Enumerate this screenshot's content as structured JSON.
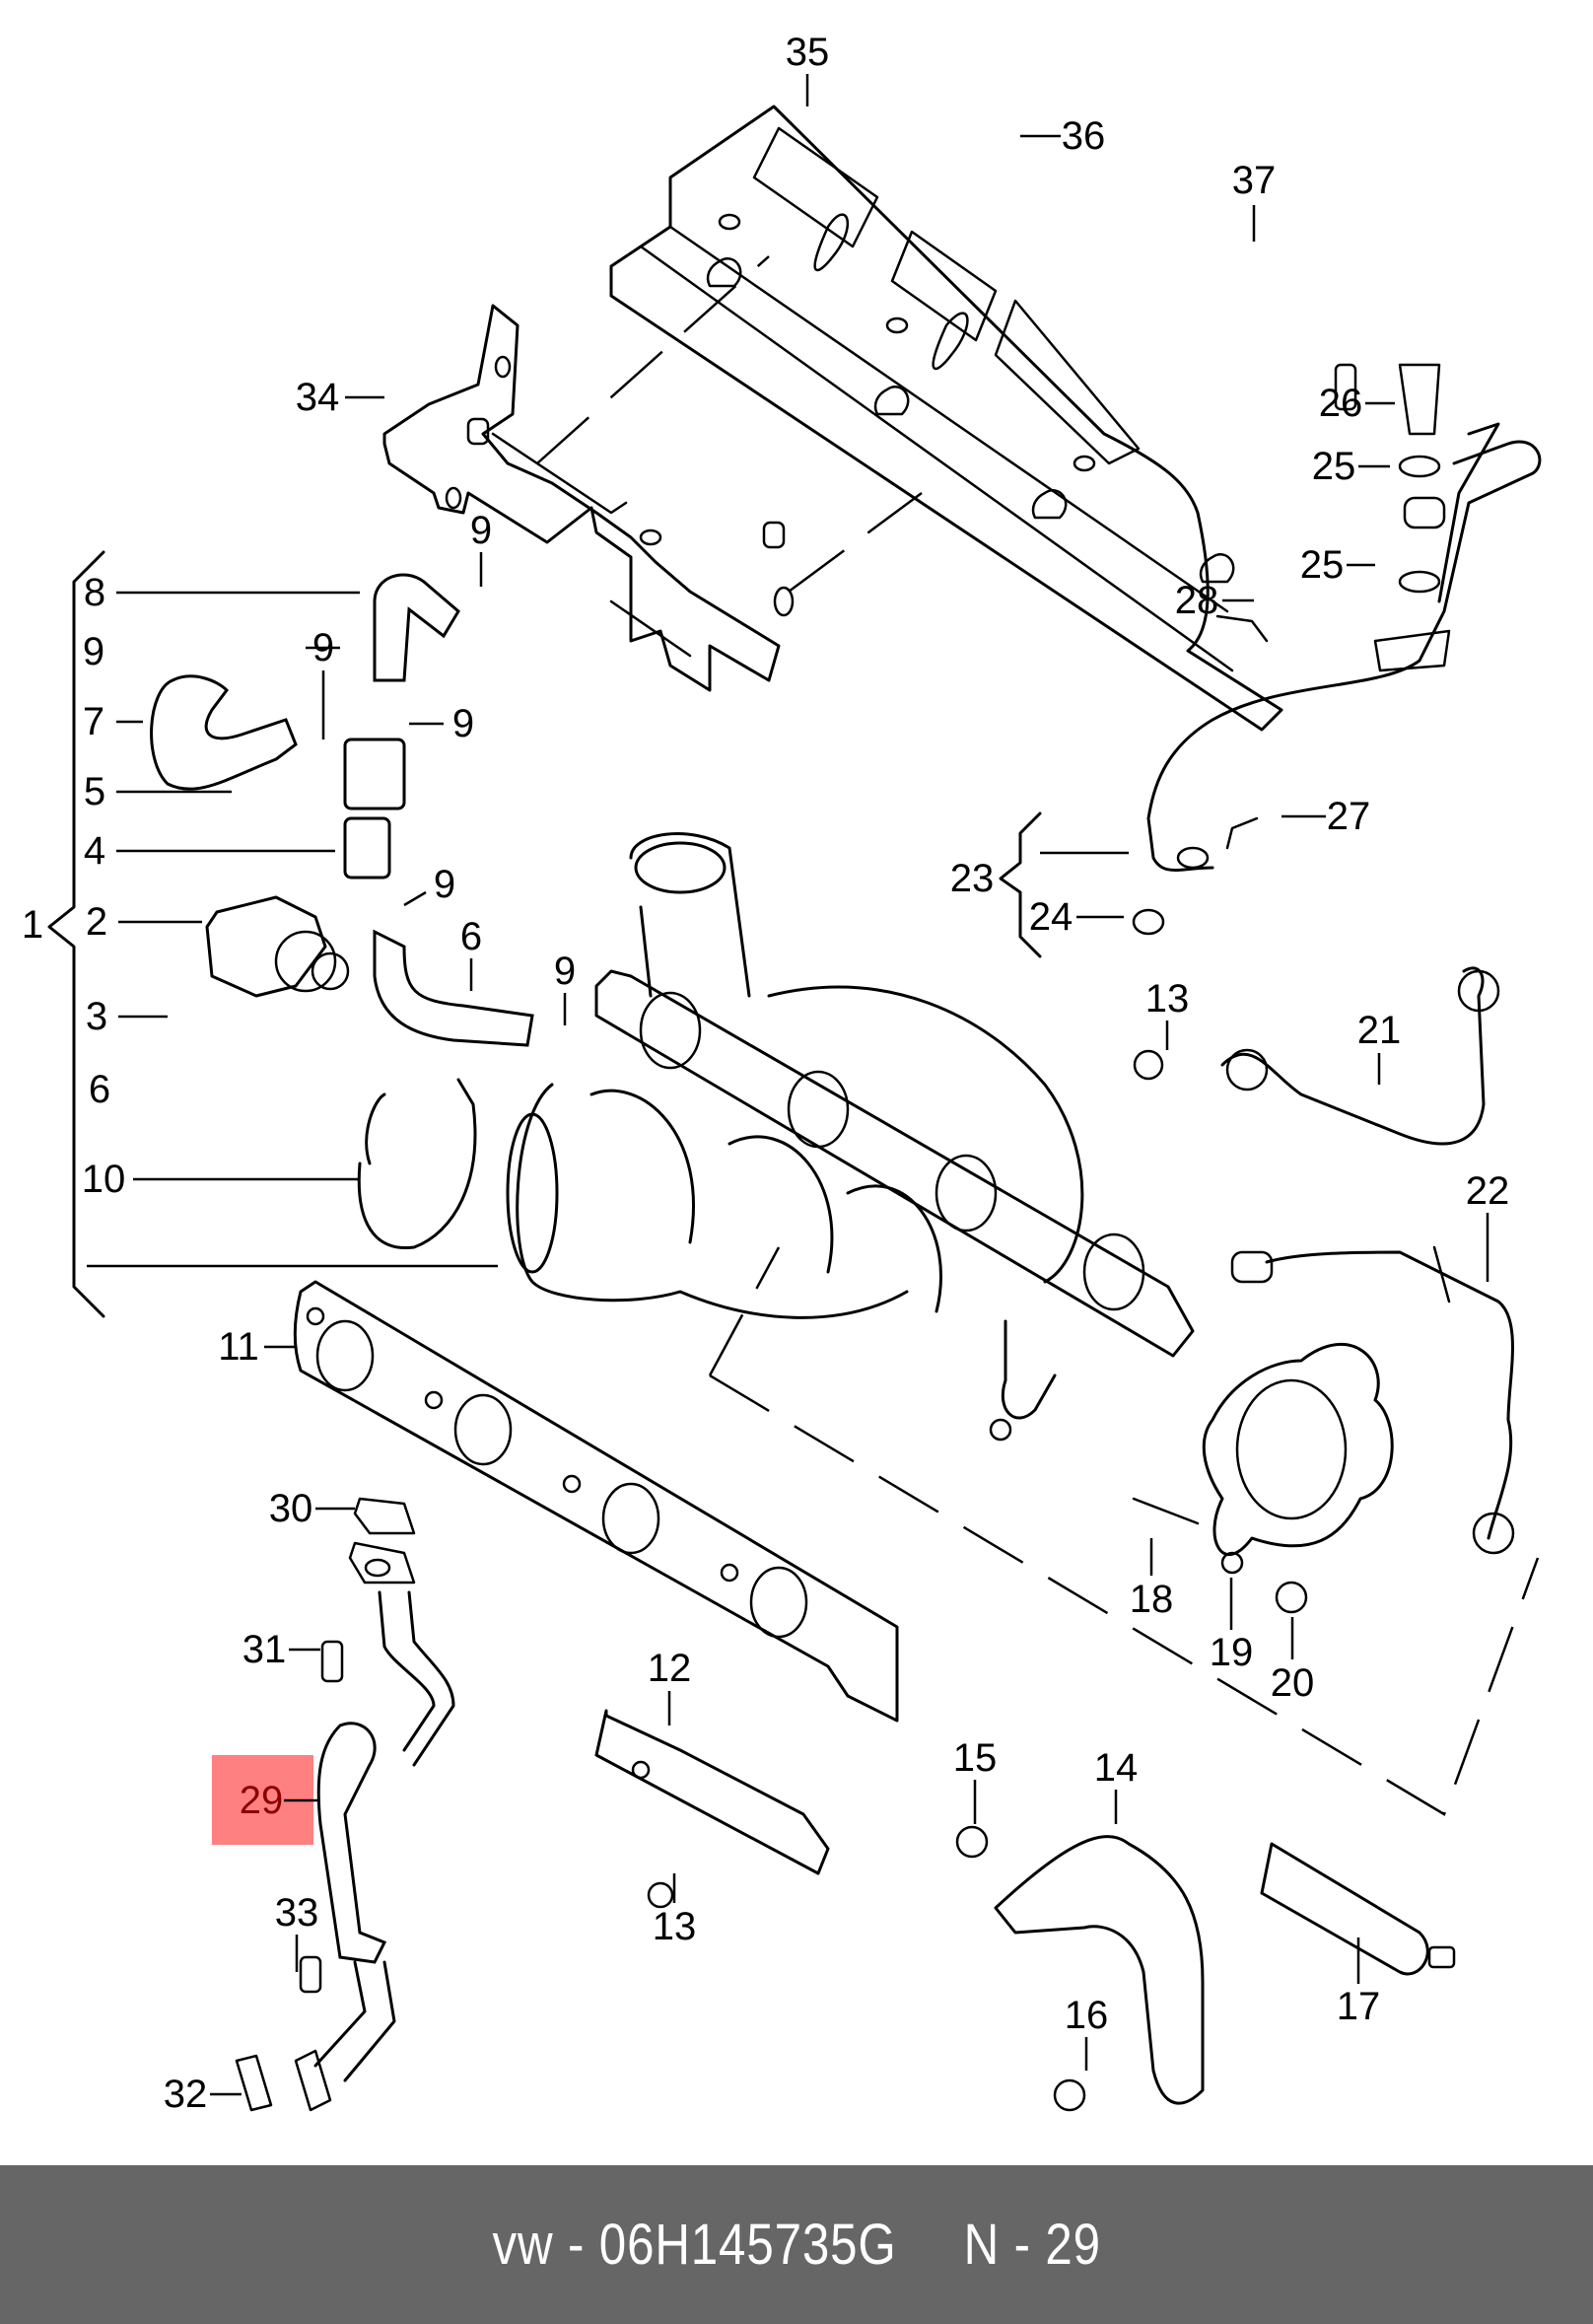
{
  "diagram": {
    "title": "Turbocharger parts exploded view",
    "highlight": {
      "label": "29",
      "color": "#ff8080",
      "text_color": "#8b0000"
    },
    "labels": [
      {
        "id": "35",
        "text": "35"
      },
      {
        "id": "36",
        "text": "36"
      },
      {
        "id": "37",
        "text": "37"
      },
      {
        "id": "34",
        "text": "34"
      },
      {
        "id": "26",
        "text": "26"
      },
      {
        "id": "25a",
        "text": "25"
      },
      {
        "id": "25b",
        "text": "25"
      },
      {
        "id": "28",
        "text": "28"
      },
      {
        "id": "9a",
        "text": "9"
      },
      {
        "id": "8",
        "text": "8"
      },
      {
        "id": "9b",
        "text": "9"
      },
      {
        "id": "9c",
        "text": "9"
      },
      {
        "id": "7",
        "text": "7"
      },
      {
        "id": "9d",
        "text": "9"
      },
      {
        "id": "5",
        "text": "5"
      },
      {
        "id": "4",
        "text": "4"
      },
      {
        "id": "9e",
        "text": "9"
      },
      {
        "id": "1",
        "text": "1"
      },
      {
        "id": "2",
        "text": "2"
      },
      {
        "id": "6a",
        "text": "6"
      },
      {
        "id": "9f",
        "text": "9"
      },
      {
        "id": "3",
        "text": "3"
      },
      {
        "id": "6b",
        "text": "6"
      },
      {
        "id": "10",
        "text": "10"
      },
      {
        "id": "11",
        "text": "11"
      },
      {
        "id": "23",
        "text": "23"
      },
      {
        "id": "24",
        "text": "24"
      },
      {
        "id": "27",
        "text": "27"
      },
      {
        "id": "13a",
        "text": "13"
      },
      {
        "id": "21",
        "text": "21"
      },
      {
        "id": "22",
        "text": "22"
      },
      {
        "id": "30",
        "text": "30"
      },
      {
        "id": "31",
        "text": "31"
      },
      {
        "id": "29",
        "text": "29"
      },
      {
        "id": "12",
        "text": "12"
      },
      {
        "id": "13b",
        "text": "13"
      },
      {
        "id": "18",
        "text": "18"
      },
      {
        "id": "19",
        "text": "19"
      },
      {
        "id": "20",
        "text": "20"
      },
      {
        "id": "15",
        "text": "15"
      },
      {
        "id": "14",
        "text": "14"
      },
      {
        "id": "33",
        "text": "33"
      },
      {
        "id": "16",
        "text": "16"
      },
      {
        "id": "17",
        "text": "17"
      },
      {
        "id": "32",
        "text": "32"
      }
    ]
  },
  "footer": {
    "brand": "vw",
    "separator": "-",
    "part_number": "06H145735G",
    "position_prefix": "N",
    "position_value": "29",
    "part_text": "vw - 06H145735G",
    "position_text": "N - 29",
    "background": "#666666",
    "text_color": "#ffffff"
  }
}
